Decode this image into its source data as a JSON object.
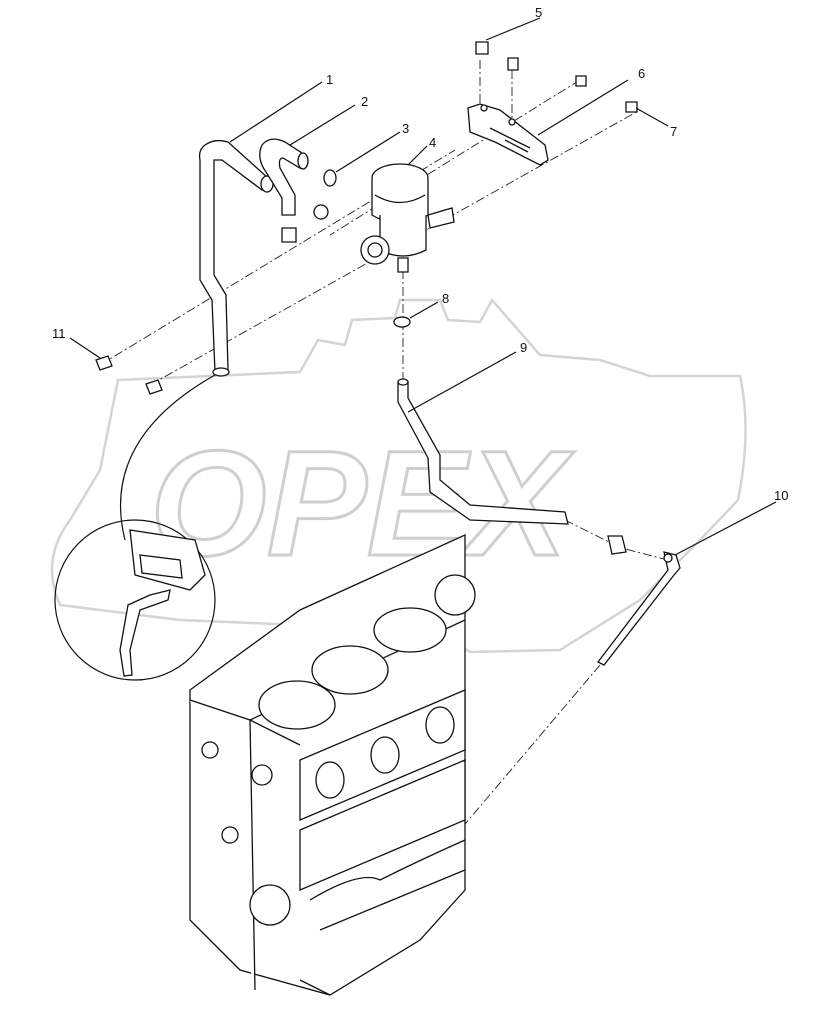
{
  "callouts": [
    {
      "id": "1",
      "label": "1"
    },
    {
      "id": "2",
      "label": "2"
    },
    {
      "id": "3",
      "label": "3"
    },
    {
      "id": "4",
      "label": "4"
    },
    {
      "id": "5",
      "label": "5"
    },
    {
      "id": "6",
      "label": "6"
    },
    {
      "id": "7",
      "label": "7"
    },
    {
      "id": "8",
      "label": "8"
    },
    {
      "id": "9",
      "label": "9"
    },
    {
      "id": "10",
      "label": "10"
    },
    {
      "id": "11",
      "label": "11"
    }
  ],
  "watermark": "OPEX",
  "colors": {
    "line": "#111111",
    "watermark": "#cfcfcf",
    "background": "#ffffff"
  }
}
